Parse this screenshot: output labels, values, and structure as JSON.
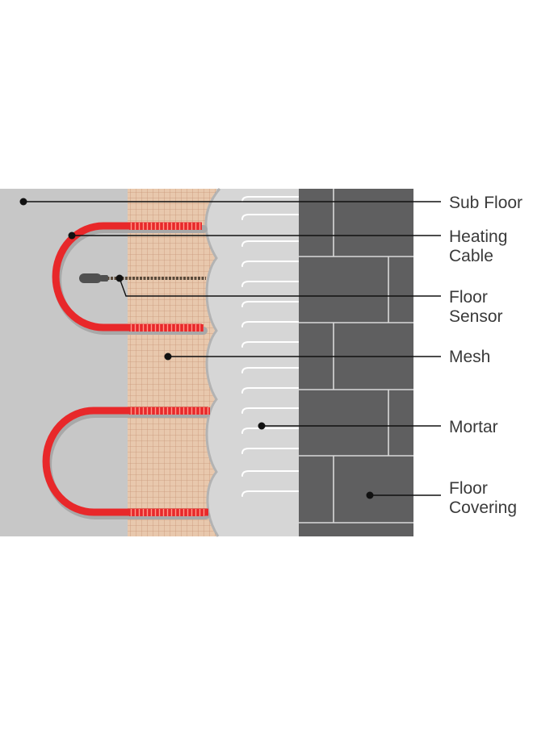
{
  "diagram": {
    "colors": {
      "subfloor": "#c7c7c7",
      "mesh": "#e8c8ad",
      "mesh_grid": "#c9977a",
      "mortar": "#d6d6d6",
      "tile": "#5f5f60",
      "tile_grout": "#d9d9d9",
      "cable": "#e8282a",
      "cable_shadow": "#9a9a9a",
      "sensor": "#505050",
      "leader": "#111111"
    },
    "labels": {
      "sub_floor": "Sub Floor",
      "heating_cable": "Heating\nCable",
      "floor_sensor": "Floor\nSensor",
      "mesh": "Mesh",
      "mortar": "Mortar",
      "floor_covering": "Floor\nCovering"
    }
  }
}
